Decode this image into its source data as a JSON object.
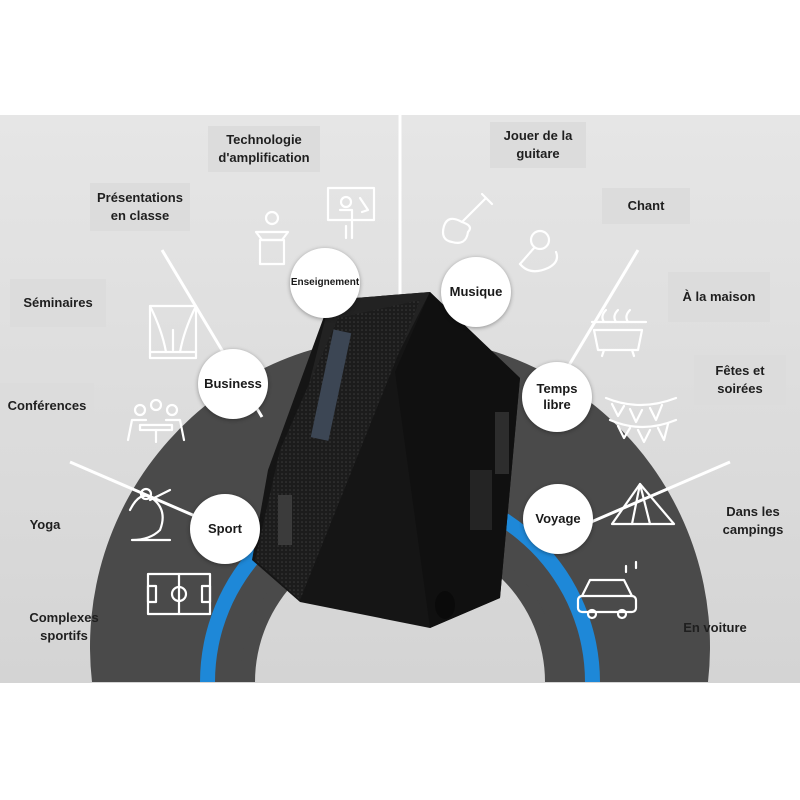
{
  "colors": {
    "background_top": "#ffffff",
    "background_band": "#e9e9e9",
    "ring_dark": "#4a4a4a",
    "ring_blue": "#1e88d8",
    "label_box": "#dcdcdc",
    "icon_white": "#ffffff"
  },
  "center": {
    "image": "speaker-product-image"
  },
  "categories": {
    "enseignement": "Enseignement",
    "business": "Business",
    "sport": "Sport",
    "musique": "Musique",
    "temps_libre": "Temps\nlibre",
    "voyage": "Voyage"
  },
  "labels": {
    "technologie": "Technologie\nd'amplification",
    "presentations": "Présentations\nen classe",
    "seminaires": "Séminaires",
    "conferences": "Conférences",
    "yoga": "Yoga",
    "complexes": "Complexes\nsportifs",
    "jouer": "Jouer de la\nguitare",
    "chant": "Chant",
    "maison": "À la maison",
    "fetes": "Fêtes et\nsoirées",
    "campings": "Dans les\ncampings",
    "voiture": "En voiture"
  },
  "icons": [
    "podium-icon",
    "teacher-board-icon",
    "stage-curtain-icon",
    "meeting-icon",
    "yoga-icon",
    "football-field-icon",
    "guitar-icon",
    "microphone-icon",
    "bathtub-icon",
    "bunting-icon",
    "tent-icon",
    "car-music-icon"
  ]
}
